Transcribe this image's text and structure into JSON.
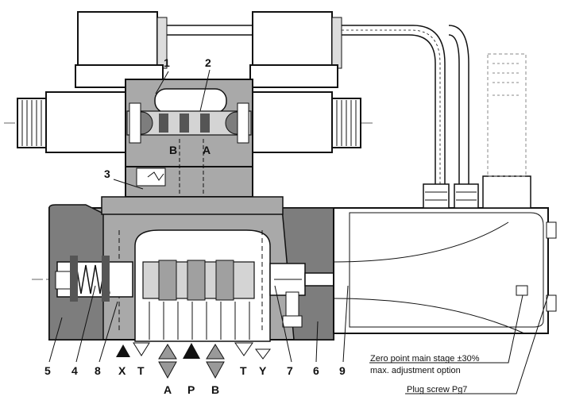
{
  "callouts": {
    "c1": "1",
    "c2": "2",
    "c3": "3",
    "c4": "4",
    "c5": "5",
    "c6": "6",
    "c7": "7",
    "c8": "8",
    "c9": "9"
  },
  "valve_ports": {
    "b": "B",
    "a": "A"
  },
  "ports": {
    "x": "X",
    "t1": "T",
    "a": "A",
    "p": "P",
    "b": "B",
    "t2": "T",
    "y": "Y"
  },
  "notes": {
    "zero_point_line1": "Zero point main stage ±30%",
    "zero_point_line2": "max. adjustment option",
    "plug_screw": "Plug screw Pg7"
  },
  "colors": {
    "housing_dark": "#7d7d7d",
    "housing_mid": "#a9a9a9",
    "housing_light": "#d4d4d4",
    "line": "#111111"
  }
}
